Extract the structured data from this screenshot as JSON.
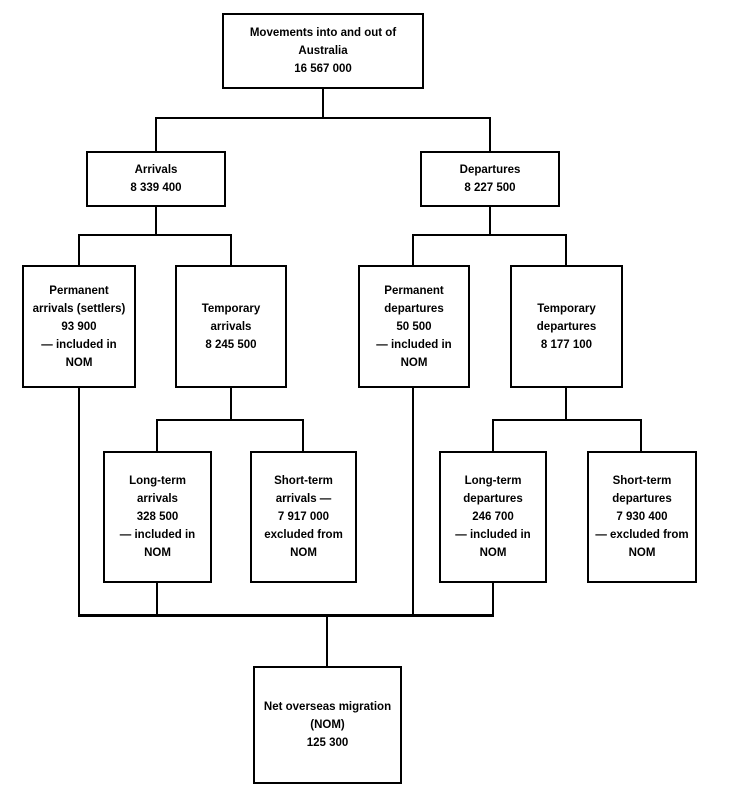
{
  "colors": {
    "background": "#ffffff",
    "line": "#000000",
    "text": "#000000"
  },
  "nodes": {
    "root": {
      "lines": [
        "Movements into and out of",
        "Australia",
        "16 567 000"
      ]
    },
    "arrivals": {
      "lines": [
        "Arrivals",
        "8 339 400"
      ]
    },
    "departures": {
      "lines": [
        "Departures",
        "8 227 500"
      ]
    },
    "permanent_arrivals": {
      "lines": [
        "Permanent",
        "arrivals (settlers)",
        "93 900",
        "— included in",
        "NOM"
      ]
    },
    "temporary_arrivals": {
      "lines": [
        "Temporary",
        "arrivals",
        "8 245 500"
      ]
    },
    "permanent_departures": {
      "lines": [
        "Permanent",
        "departures",
        "50 500",
        "— included in",
        "NOM"
      ]
    },
    "temporary_departures": {
      "lines": [
        "Temporary",
        "departures",
        "8 177 100"
      ]
    },
    "longterm_arrivals": {
      "lines": [
        "Long-term",
        "arrivals",
        "328 500",
        "— included in",
        "NOM"
      ]
    },
    "shortterm_arrivals": {
      "lines": [
        "Short-term",
        "arrivals —",
        "7 917 000",
        "excluded from",
        "NOM"
      ]
    },
    "longterm_departures": {
      "lines": [
        "Long-term",
        "departures",
        "246 700",
        "— included in",
        "NOM"
      ]
    },
    "shortterm_departures": {
      "lines": [
        "Short-term",
        "departures",
        "7 930 400",
        "— excluded from",
        "NOM"
      ]
    },
    "net_overseas_migration": {
      "lines": [
        "Net overseas migration",
        "(NOM)",
        "125 300"
      ]
    }
  }
}
